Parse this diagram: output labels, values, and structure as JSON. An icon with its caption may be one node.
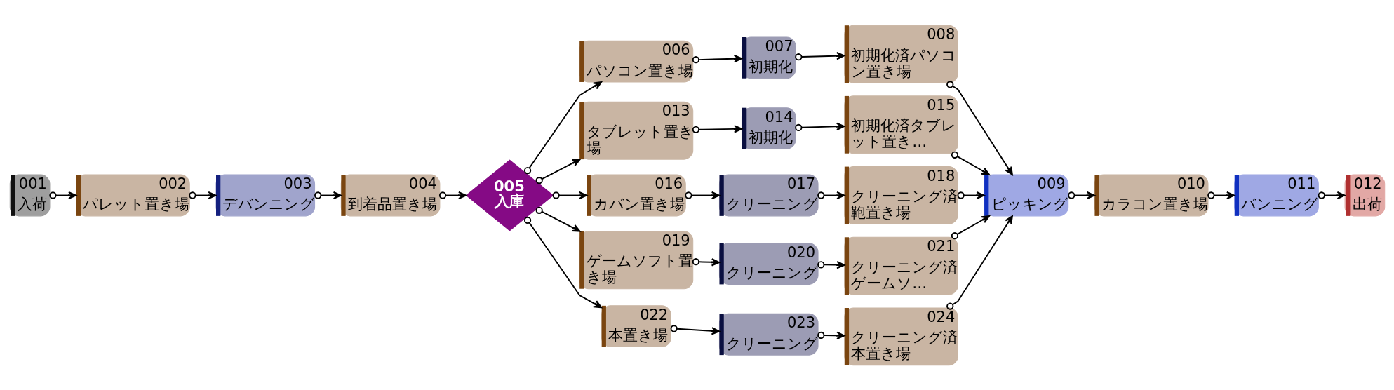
{
  "diagram": {
    "nodes": [
      {
        "text": [
          "001",
          "入荷"
        ]
      },
      {
        "text": [
          "002",
          "パレット置き場"
        ]
      },
      {
        "text": [
          "003",
          "デバンニング"
        ]
      },
      {
        "text": [
          "004",
          "到着品置き場"
        ]
      },
      {
        "text": [
          "005",
          "入庫"
        ]
      },
      {
        "text": [
          "006",
          "パソコン置き場"
        ]
      },
      {
        "text": [
          "007",
          "初期化"
        ]
      },
      {
        "text": [
          "008",
          "初期化済パソコン置き場"
        ]
      },
      {
        "text": [
          "009",
          "ピッキング"
        ]
      },
      {
        "text": [
          "010",
          "カラコン置き場"
        ]
      },
      {
        "text": [
          "011",
          "バンニング"
        ]
      },
      {
        "text": [
          "012",
          "出荷"
        ]
      },
      {
        "text": [
          "013",
          "タブレット置き場"
        ]
      },
      {
        "text": [
          "014",
          "初期化"
        ]
      },
      {
        "text": [
          "015",
          "初期化済タブレット置き…"
        ]
      },
      {
        "text": [
          "016",
          "カバン置き場"
        ]
      },
      {
        "text": [
          "017",
          "クリーニング"
        ]
      },
      {
        "text": [
          "018",
          "クリーニング済鞄置き場"
        ]
      },
      {
        "text": [
          "019",
          "ゲームソフト置き場"
        ]
      },
      {
        "text": [
          "020",
          "クリーニング"
        ]
      },
      {
        "text": [
          "021",
          "クリーニング済ゲームソ…"
        ]
      },
      {
        "text": [
          "022",
          "本置き場"
        ]
      },
      {
        "text": [
          "023",
          "クリーニング"
        ]
      },
      {
        "text": [
          "024",
          "クリーニング済本置き場"
        ]
      }
    ],
    "edges": [
      {
        "from": 0,
        "to": 1,
        "arrow": "to"
      },
      {
        "from": 1,
        "to": 2,
        "arrow": "to"
      },
      {
        "from": 2,
        "to": 3,
        "arrow": "to"
      },
      {
        "from": 3,
        "to": 4,
        "arrow": "to"
      },
      {
        "from": 4,
        "to": 5,
        "arrow": "to"
      },
      {
        "from": 5,
        "to": 6,
        "arrow": "to"
      },
      {
        "from": 6,
        "to": 7,
        "arrow": "to"
      },
      {
        "from": 7,
        "to": 8,
        "arrow": "to"
      },
      {
        "from": 8,
        "to": 9,
        "arrow": "to"
      },
      {
        "from": 9,
        "to": 10,
        "arrow": "to"
      },
      {
        "from": 10,
        "to": 11,
        "arrow": "to"
      },
      {
        "from": 4,
        "to": 12,
        "arrow": "to"
      },
      {
        "from": 12,
        "to": 13,
        "arrow": "to"
      },
      {
        "from": 13,
        "to": 14,
        "arrow": "to"
      },
      {
        "from": 14,
        "to": 8,
        "arrow": "to"
      },
      {
        "from": 4,
        "to": 15,
        "arrow": "to"
      },
      {
        "from": 15,
        "to": 16,
        "arrow": "to"
      },
      {
        "from": 16,
        "to": 17,
        "arrow": "to"
      },
      {
        "from": 17,
        "to": 8,
        "arrow": "to"
      },
      {
        "from": 4,
        "to": 18,
        "arrow": "to"
      },
      {
        "from": 18,
        "to": 19,
        "arrow": "to"
      },
      {
        "from": 19,
        "to": 20,
        "arrow": "to"
      },
      {
        "from": 20,
        "to": 8,
        "arrow": "to"
      },
      {
        "from": 4,
        "to": 21,
        "arrow": "to"
      },
      {
        "from": 21,
        "to": 22,
        "arrow": "to"
      },
      {
        "from": 22,
        "to": 23,
        "arrow": "to"
      },
      {
        "from": 23,
        "to": 8,
        "arrow": "to"
      }
    ]
  }
}
